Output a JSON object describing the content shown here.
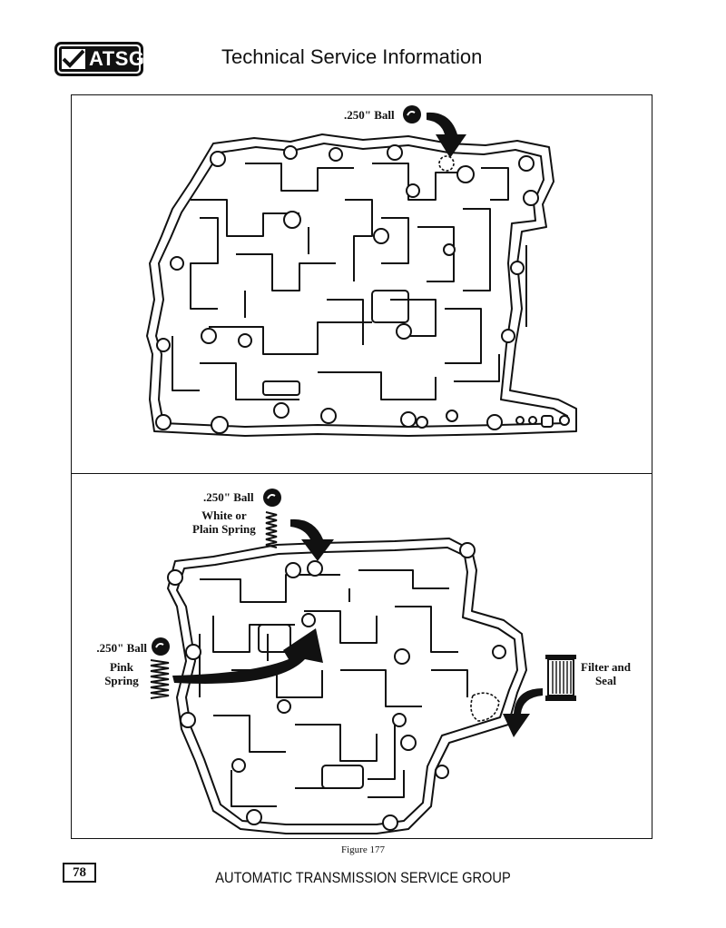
{
  "header": {
    "logo_text": "ATSG",
    "title": "Technical Service Information"
  },
  "figure": {
    "caption": "Figure 177",
    "top_view": {
      "ball_label": ".250\" Ball"
    },
    "bottom_view": {
      "ball_label_top": ".250\" Ball",
      "spring_label_top": "White or Plain Spring",
      "spring_label_top_line1": "White or",
      "spring_label_top_line2": "Plain Spring",
      "ball_label_left": ".250\" Ball",
      "spring_label_left_line1": "Pink",
      "spring_label_left_line2": "Spring",
      "filter_label_line1": "Filter and",
      "filter_label_line2": "Seal"
    }
  },
  "footer": {
    "page_number": "78",
    "title": "AUTOMATIC TRANSMISSION SERVICE GROUP"
  },
  "colors": {
    "ink": "#111111",
    "background": "#ffffff"
  }
}
